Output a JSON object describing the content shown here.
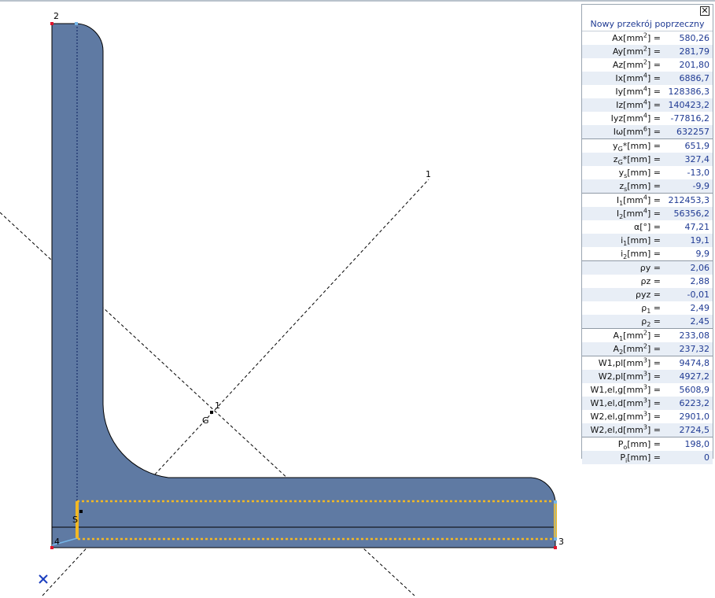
{
  "panel": {
    "close_icon": "close-icon",
    "title": "Nowy przekrój poprzeczny",
    "rows": [
      {
        "key": "Ax[mm<sup>2</sup>] =",
        "value": "580,26"
      },
      {
        "key": "Ay[mm<sup>2</sup>] =",
        "value": "281,79"
      },
      {
        "key": "Az[mm<sup>2</sup>] =",
        "value": "201,80"
      },
      {
        "key": "Ix[mm<sup>4</sup>] =",
        "value": "6886,7"
      },
      {
        "key": "Iy[mm<sup>4</sup>] =",
        "value": "128386,3"
      },
      {
        "key": "Iz[mm<sup>4</sup>] =",
        "value": "140423,2"
      },
      {
        "key": "Iyz[mm<sup>4</sup>] =",
        "value": "-77816,2"
      },
      {
        "key": "Iω[mm<sup>6</sup>] =",
        "value": "632257"
      },
      {
        "key": "y<sub>G</sub>*[mm] =",
        "value": "651,9",
        "sep": true
      },
      {
        "key": "z<sub>G</sub>*[mm] =",
        "value": "327,4"
      },
      {
        "key": "y<sub>s</sub>[mm] =",
        "value": "-13,0"
      },
      {
        "key": "z<sub>s</sub>[mm] =",
        "value": "-9,9"
      },
      {
        "key": "I<sub>1</sub>[mm<sup>4</sup>] =",
        "value": "212453,3",
        "sep": true
      },
      {
        "key": "I<sub>2</sub>[mm<sup>4</sup>] =",
        "value": "56356,2"
      },
      {
        "key": "α[°] =",
        "value": "47,21"
      },
      {
        "key": "i<sub>1</sub>[mm] =",
        "value": "19,1"
      },
      {
        "key": "i<sub>2</sub>[mm] =",
        "value": "9,9"
      },
      {
        "key": "ρy =",
        "value": "2,06",
        "sep": true
      },
      {
        "key": "ρz =",
        "value": "2,88"
      },
      {
        "key": "ρyz =",
        "value": "-0,01"
      },
      {
        "key": "ρ<sub>1</sub> =",
        "value": "2,49"
      },
      {
        "key": "ρ<sub>2</sub> =",
        "value": "2,45"
      },
      {
        "key": "A<sub>1</sub>[mm<sup>2</sup>] =",
        "value": "233,08",
        "sep": true
      },
      {
        "key": "A<sub>2</sub>[mm<sup>2</sup>] =",
        "value": "237,32"
      },
      {
        "key": "W1,pl[mm<sup>3</sup>] =",
        "value": "9474,8",
        "sep": true
      },
      {
        "key": "W2,pl[mm<sup>3</sup>] =",
        "value": "4927,2"
      },
      {
        "key": "W1,el,g[mm<sup>3</sup>] =",
        "value": "5608,9"
      },
      {
        "key": "W1,el,d[mm<sup>3</sup>] =",
        "value": "6223,2"
      },
      {
        "key": "W2,el,g[mm<sup>3</sup>] =",
        "value": "2901,0"
      },
      {
        "key": "W2,el,d[mm<sup>3</sup>] =",
        "value": "2724,5"
      },
      {
        "key": "P<sub>o</sub>[mm] =",
        "value": "198,0",
        "sep": true
      },
      {
        "key": "P<sub>i</sub>[mm] =",
        "value": "0"
      }
    ]
  },
  "drawing": {
    "section_fill": "#5f7aa3",
    "highlight_color": "#f2b824",
    "node_color": "#e0142c",
    "corner_labels": {
      "n1": "2",
      "n2": "3",
      "n3": "4"
    },
    "axis_label_1a": "1",
    "axis_label_1b": "1",
    "centroid_label": "G",
    "shear_label": "S"
  }
}
